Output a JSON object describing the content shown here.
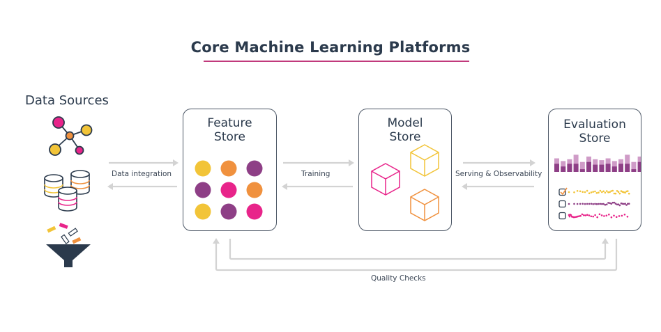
{
  "title": "Core Machine Learning Platforms",
  "colors": {
    "text": "#2b3a4c",
    "accent_underline": "#c13a7c",
    "arrow": "#d3d3d3",
    "yellow": "#f2c438",
    "orange": "#f0913e",
    "purple": "#8e3f86",
    "magenta": "#e8248a",
    "light_purple": "#cf9bc7",
    "funnel": "#2b3a4c"
  },
  "data_sources": {
    "label": "Data Sources",
    "icons": [
      "network-graph-icon",
      "databases-icon",
      "funnel-icon"
    ]
  },
  "feature_store": {
    "title_line1": "Feature",
    "title_line2": "Store",
    "dot_colors": [
      "yellow",
      "orange",
      "purple",
      "purple",
      "magenta",
      "orange",
      "yellow",
      "purple",
      "magenta"
    ]
  },
  "model_store": {
    "title_line1": "Model",
    "title_line2": "Store",
    "cube_colors": [
      "yellow",
      "magenta",
      "orange"
    ]
  },
  "evaluation_store": {
    "title_line1": "Evaluation",
    "title_line2": "Store",
    "bars_total": [
      0.75,
      0.6,
      0.7,
      0.95,
      0.55,
      0.85,
      0.7,
      0.65,
      0.75,
      0.6,
      0.7,
      0.95,
      0.55,
      0.85
    ],
    "bars_inner": [
      0.45,
      0.3,
      0.45,
      0.45,
      0.15,
      0.55,
      0.4,
      0.4,
      0.45,
      0.3,
      0.45,
      0.45,
      0.15,
      0.55
    ],
    "checklist": [
      {
        "checked": true,
        "color": "yellow"
      },
      {
        "checked": false,
        "color": "purple"
      },
      {
        "checked": false,
        "color": "magenta"
      }
    ]
  },
  "edges": {
    "data_integration": "Data integration",
    "training": "Training",
    "serving": "Serving & Observability",
    "quality_checks": "Quality Checks"
  }
}
